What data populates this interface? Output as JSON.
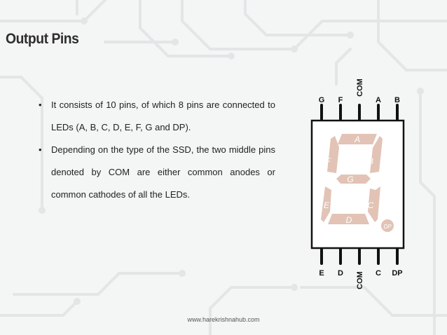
{
  "slide": {
    "title": "Output Pins",
    "bullet_char": "•",
    "bullets": [
      "It consists of 10 pins, of which 8 pins are connected to LEDs (A, B, C, D, E, F, G and DP).",
      "Depending on the type of the SSD, the two middle pins denoted by COM are either common anodes or common cathodes of all the LEDs."
    ],
    "footer": "www.harekrishnahub.com"
  },
  "diagram": {
    "top_pins": [
      "G",
      "F",
      "COM",
      "A",
      "B"
    ],
    "bottom_pins": [
      "E",
      "D",
      "COM",
      "C",
      "DP"
    ],
    "segments": [
      "A",
      "B",
      "C",
      "D",
      "E",
      "F",
      "G"
    ],
    "dp_label": "DP",
    "segment_color": "#e2c3b5",
    "segment_label_color": "#ffffff"
  }
}
